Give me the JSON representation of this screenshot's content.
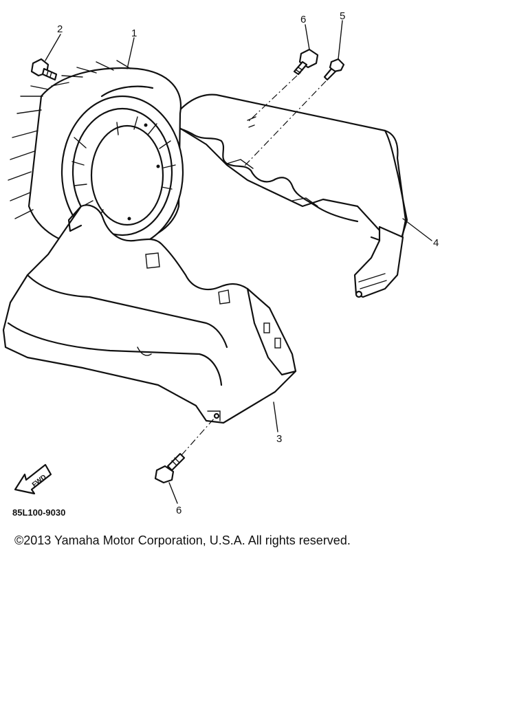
{
  "parts": {
    "p1": "1",
    "p2": "2",
    "p3": "3",
    "p4": "4",
    "p5": "5",
    "p6_top": "6",
    "p6_bottom": "6"
  },
  "fwd_indicator": "FWD",
  "diagram_code": "85L100-9030",
  "copyright": "©2013 Yamaha Motor Corporation, U.S.A. All rights reserved."
}
